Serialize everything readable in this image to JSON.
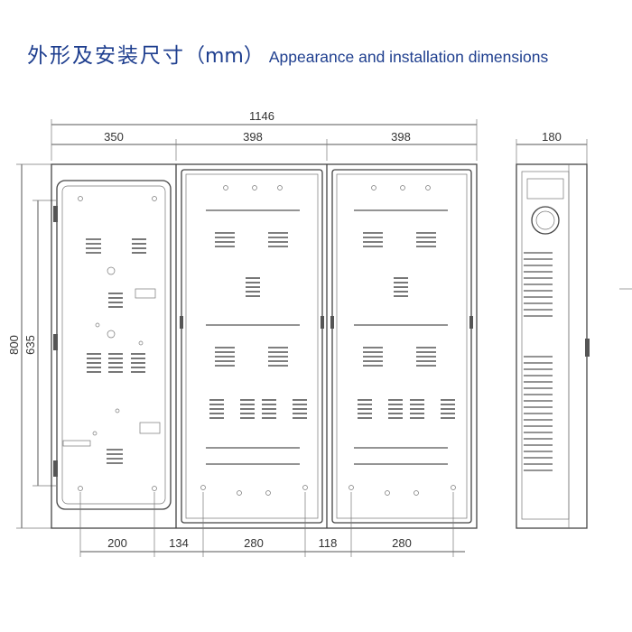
{
  "title": {
    "chinese": "外形及安装尺寸",
    "unit": "（mm）",
    "english": "Appearance and installation dimensions"
  },
  "dimensions": {
    "overall_width": "1146",
    "left_panel_width": "350",
    "middle_panel_width": "398",
    "right_panel_width": "398",
    "side_depth": "180",
    "overall_height": "800",
    "inner_height": "635",
    "bottom_200": "200",
    "bottom_134": "134",
    "bottom_280_a": "280",
    "bottom_118": "118",
    "bottom_280_b": "280"
  },
  "colors": {
    "title": "#1f3f8f",
    "lines": "#555555"
  }
}
